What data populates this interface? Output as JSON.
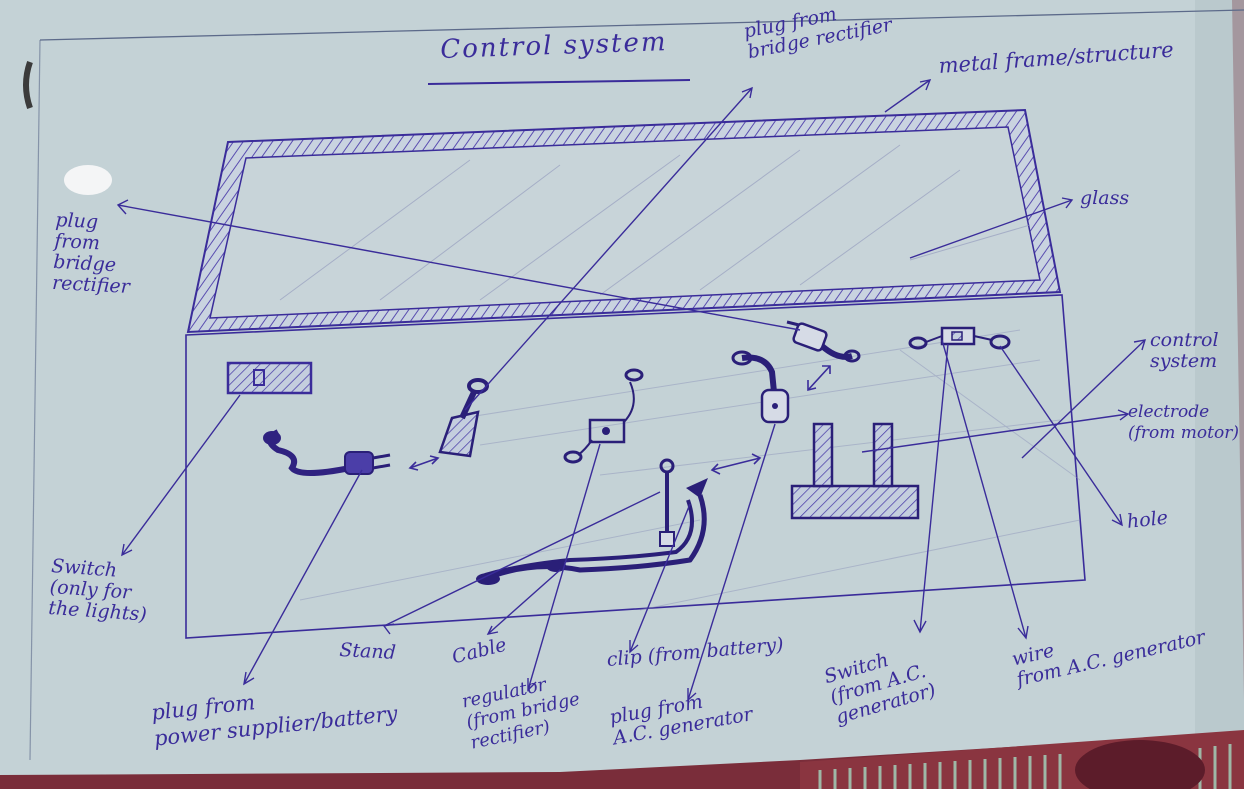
{
  "colors": {
    "paper": "#c4d2d6",
    "ink": "#3a2c9a",
    "background_fabric": "#7a2d3a"
  },
  "diagram": {
    "title": "Control system",
    "labels": {
      "plug_bridge_top": "plug from\nbridge rectifier",
      "metal_frame": "metal frame/structure",
      "glass": "glass",
      "plug_bridge_left": "plug\nfrom\nbridge\nrectifier",
      "control_system": "control\nsystem",
      "electrode": "electrode\n(from motor)",
      "hole": "hole",
      "switch_lights": "Switch\n(only for\nthe lights)",
      "stand": "Stand",
      "cable": "Cable",
      "regulator": "regulator\n(from bridge\nrectifier)",
      "clip": "clip (from battery)",
      "plug_ac": "plug from\nA.C. generator",
      "switch_ac": "Switch\n(from A.C.\ngenerator)",
      "wire_ac": "wire\nfrom A.C. generator",
      "plug_power": "plug from\npower supplier/battery"
    }
  }
}
